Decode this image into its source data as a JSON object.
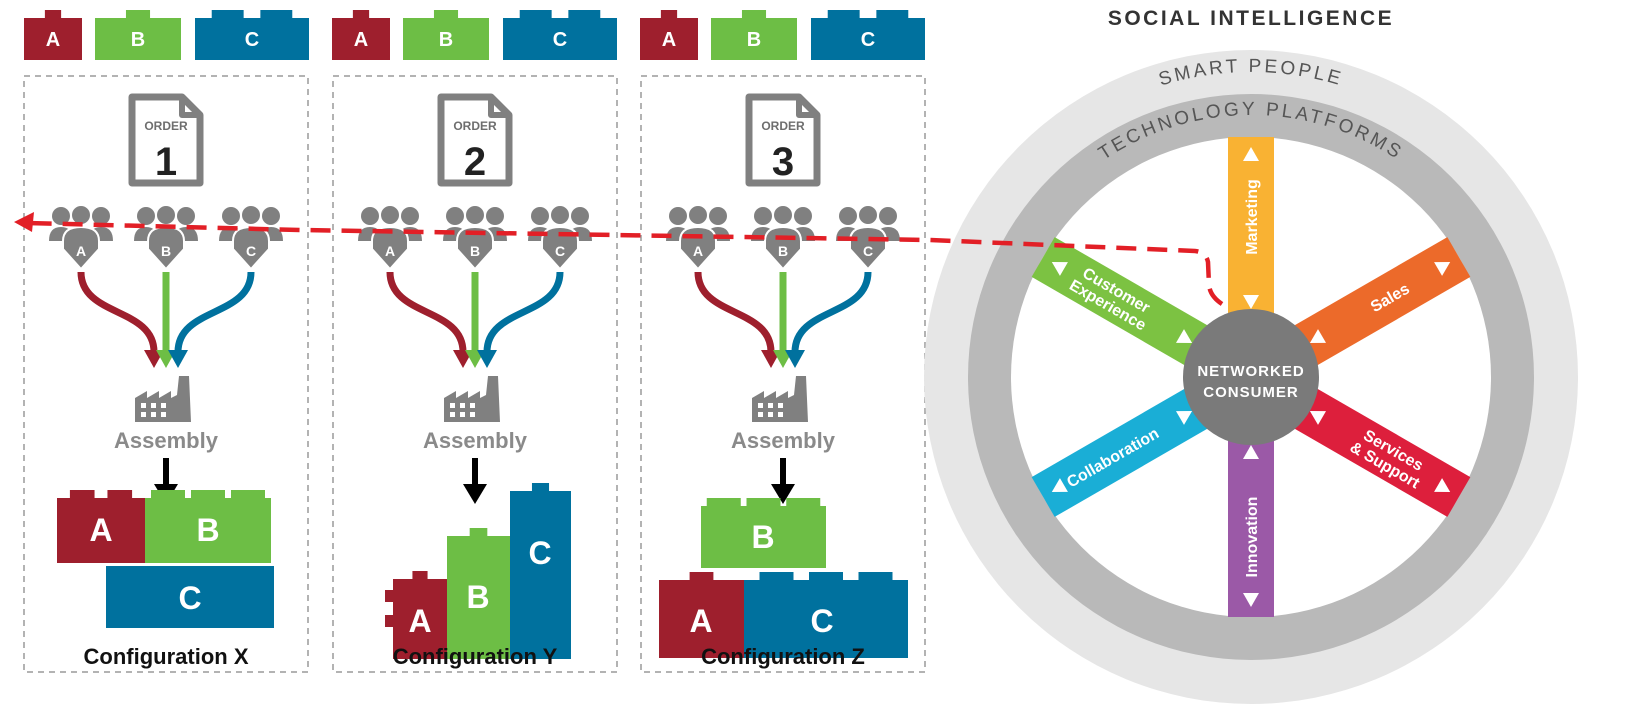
{
  "colors": {
    "red": "#9e1f2d",
    "green": "#6dbe45",
    "blue": "#00719e",
    "gray": "#808080",
    "dash": "#e21f26",
    "marketing": "#f9b233",
    "sales": "#ec6a2a",
    "services": "#dd1f3c",
    "innovation": "#9b59a7",
    "collaboration": "#1aaed6",
    "customer": "#7cc242",
    "hub": "#7a7a7a"
  },
  "legend_letters": [
    "A",
    "B",
    "C"
  ],
  "panels": [
    {
      "order_label": "ORDER",
      "order_number": "1",
      "people": [
        "A",
        "B",
        "C"
      ],
      "assembly_label": "Assembly",
      "blocks": [
        "A",
        "B",
        "C"
      ],
      "config_prefix": "Configuration ",
      "config_letter": "X"
    },
    {
      "order_label": "ORDER",
      "order_number": "2",
      "people": [
        "A",
        "B",
        "C"
      ],
      "assembly_label": "Assembly",
      "blocks": [
        "A",
        "B",
        "C"
      ],
      "config_prefix": "Configuration ",
      "config_letter": "Y"
    },
    {
      "order_label": "ORDER",
      "order_number": "3",
      "people": [
        "A",
        "B",
        "C"
      ],
      "assembly_label": "Assembly",
      "blocks": [
        "B",
        "A",
        "C"
      ],
      "config_prefix": "Configuration ",
      "config_letter": "Z"
    }
  ],
  "wheel": {
    "title": "SOCIAL INTELLIGENCE",
    "outer_ring": "SMART PEOPLE",
    "inner_ring": "TECHNOLOGY PLATFORMS",
    "hub_line1": "NETWORKED",
    "hub_line2": "CONSUMER",
    "spokes": [
      {
        "label": "Marketing",
        "color_key": "marketing"
      },
      {
        "label": "Sales",
        "color_key": "sales"
      },
      {
        "label": "Services & Support",
        "color_key": "services"
      },
      {
        "label": "Innovation",
        "color_key": "innovation"
      },
      {
        "label": "Collaboration",
        "color_key": "collaboration"
      },
      {
        "label": "Customer Experience",
        "color_key": "customer"
      }
    ]
  }
}
